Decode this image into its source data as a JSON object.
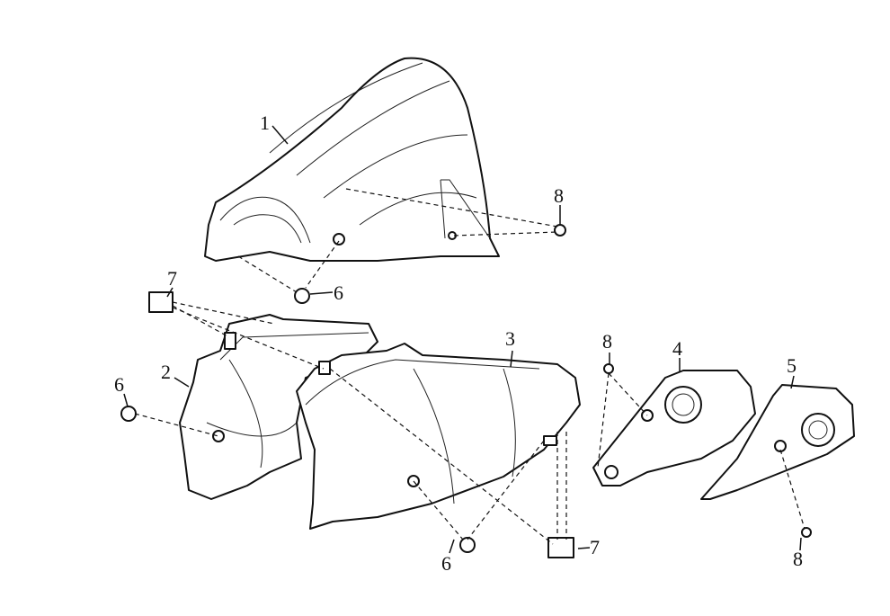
{
  "callouts": [
    {
      "id": "c1",
      "text": "1"
    },
    {
      "id": "c8a",
      "text": "8"
    },
    {
      "id": "c6a",
      "text": "6"
    },
    {
      "id": "c7a",
      "text": "7"
    },
    {
      "id": "c2",
      "text": "2"
    },
    {
      "id": "c6b",
      "text": "6"
    },
    {
      "id": "c3",
      "text": "3"
    },
    {
      "id": "c8b",
      "text": "8"
    },
    {
      "id": "c4",
      "text": "4"
    },
    {
      "id": "c5",
      "text": "5"
    },
    {
      "id": "c6c",
      "text": "6"
    },
    {
      "id": "c7b",
      "text": "7"
    },
    {
      "id": "c8c",
      "text": "8"
    }
  ]
}
